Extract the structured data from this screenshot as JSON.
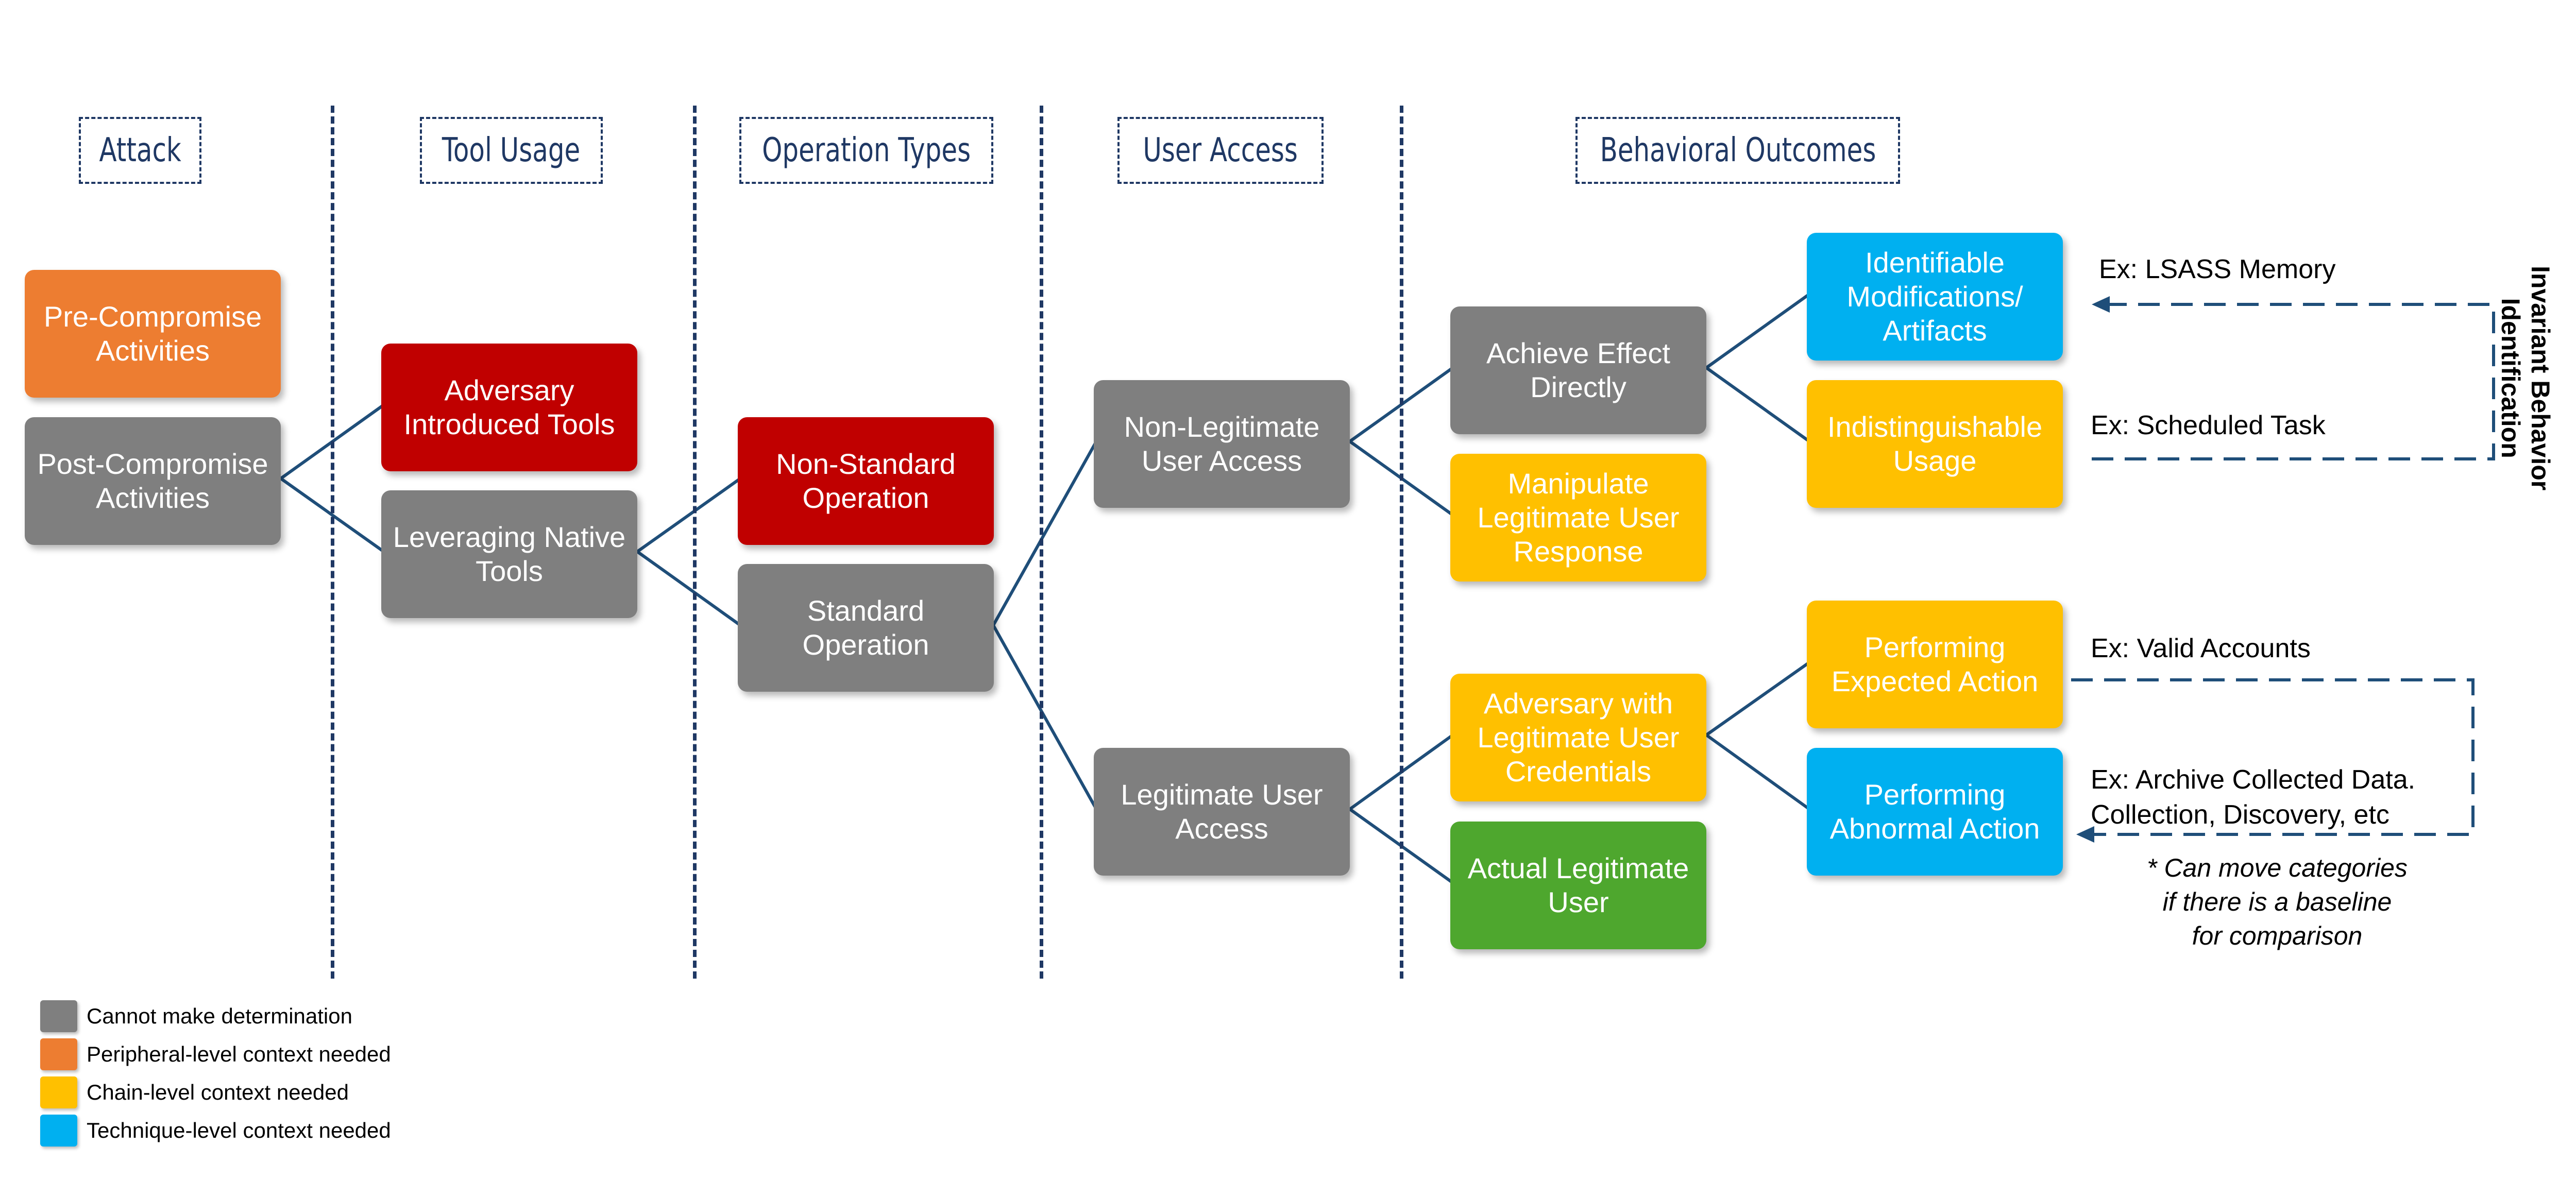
{
  "columns": {
    "attack": "Attack",
    "tool_usage": "Tool Usage",
    "operation_types": "Operation Types",
    "user_access": "User Access",
    "behavioral_outcomes": "Behavioral Outcomes"
  },
  "nodes": {
    "pre_compromise": "Pre-Compromise Activities",
    "post_compromise": "Post-Compromise Activities",
    "adversary_tools": "Adversary Introduced Tools",
    "native_tools": "Leveraging Native Tools",
    "non_standard": "Non-Standard Operation",
    "standard": "Standard Operation",
    "non_legit_access": "Non-Legitimate User Access",
    "legit_access": "Legitimate User Access",
    "achieve_effect": "Achieve Effect Directly",
    "manipulate_response": "Manipulate Legitimate User Response",
    "adversary_credentials": "Adversary with Legitimate User Credentials",
    "actual_user": "Actual Legitimate User",
    "identifiable_mods": "Identifiable Modifications/ Artifacts",
    "indistinguishable": "Indistinguishable Usage",
    "expected_action": "Performing Expected Action",
    "abnormal_action": "Performing Abnormal Action"
  },
  "examples": {
    "lsass": "Ex: LSASS Memory",
    "scheduled_task": "Ex: Scheduled Task",
    "valid_accounts": "Ex: Valid Accounts",
    "archive_line1": "Ex: Archive Collected Data.",
    "archive_line2": "Collection, Discovery, etc"
  },
  "note": {
    "line1": "* Can move categories",
    "line2": "if there is a baseline",
    "line3": "for comparison"
  },
  "side_label": {
    "line1": "Invariant Behavior",
    "line2": "Identification"
  },
  "legend": [
    {
      "label": "Cannot make determination",
      "color": "#7F7F7F"
    },
    {
      "label": "Peripheral-level context needed",
      "color": "#ED7D31"
    },
    {
      "label": "Chain-level context needed",
      "color": "#FFC000"
    },
    {
      "label": "Technique-level context needed",
      "color": "#00B0F0"
    }
  ],
  "colors": {
    "gray": "#7F7F7F",
    "orange": "#ED7D31",
    "red": "#C00000",
    "yellow": "#FFC000",
    "blue": "#00B0F0",
    "green": "#4EA72E",
    "line": "#1F4E79",
    "dashed": "#1F3864"
  }
}
